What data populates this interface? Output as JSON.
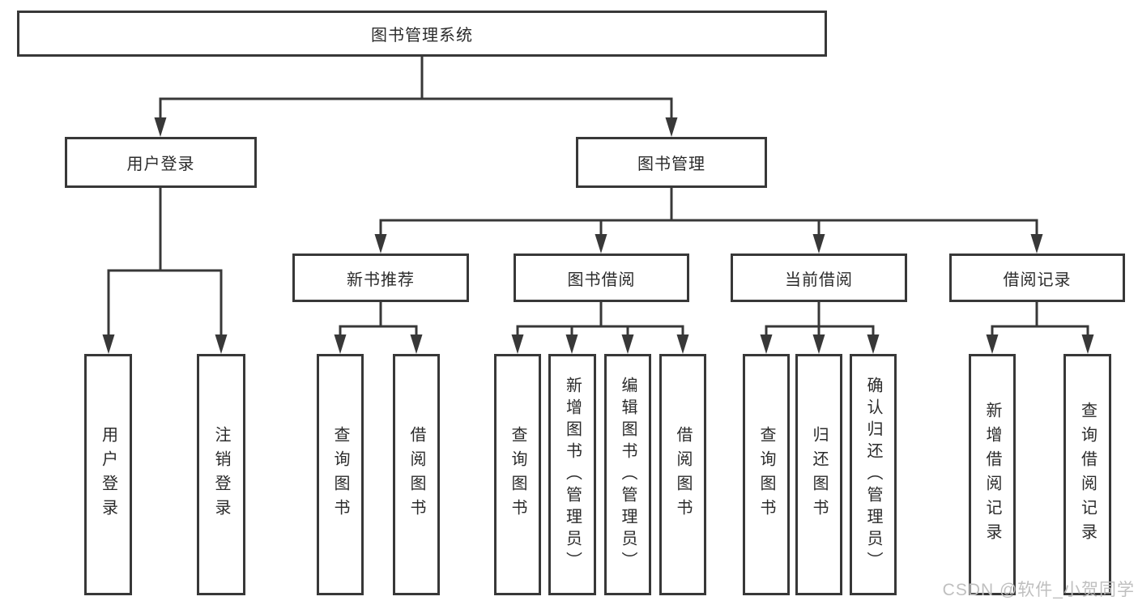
{
  "diagram": {
    "root": {
      "label": "图书管理系统"
    },
    "level2": [
      {
        "label": "用户登录"
      },
      {
        "label": "图书管理"
      }
    ],
    "level3": [
      {
        "label": "新书推荐"
      },
      {
        "label": "图书借阅"
      },
      {
        "label": "当前借阅"
      },
      {
        "label": "借阅记录"
      }
    ],
    "leaves": {
      "user_login_group": [
        {
          "label": "用户登录"
        },
        {
          "label": "注销登录"
        }
      ],
      "new_book_group": [
        {
          "label": "查询图书"
        },
        {
          "label": "借阅图书"
        }
      ],
      "book_borrow_group": [
        {
          "label": "查询图书"
        },
        {
          "label": "新增图书（管理员）"
        },
        {
          "label": "编辑图书（管理员）"
        },
        {
          "label": "借阅图书"
        }
      ],
      "current_borrow_group": [
        {
          "label": "查询图书"
        },
        {
          "label": "归还图书"
        },
        {
          "label": "确认归还（管理员）"
        }
      ],
      "borrow_record_group": [
        {
          "label": "新增借阅记录"
        },
        {
          "label": "查询借阅记录"
        }
      ]
    }
  },
  "colors": {
    "line": "#383838",
    "text": "#2b2b2b",
    "background": "#ffffff",
    "watermark": "#bfbfbf"
  },
  "watermark": {
    "text": "CSDN @软件_小贺同学"
  }
}
